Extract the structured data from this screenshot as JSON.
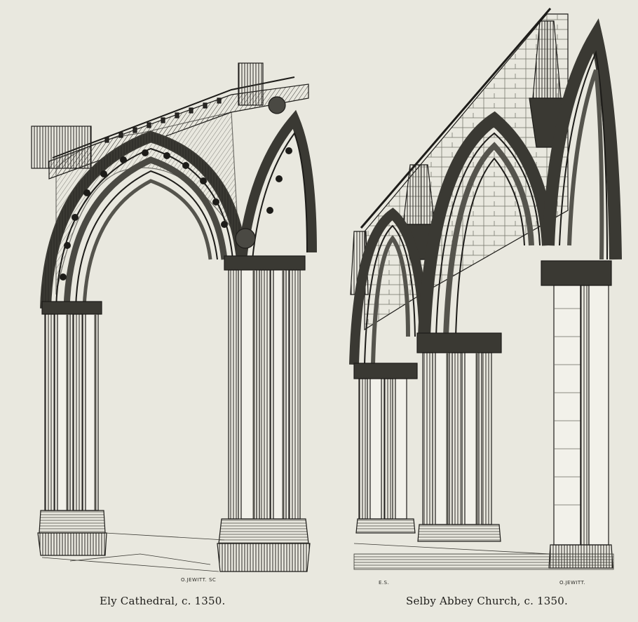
{
  "figures": [
    {
      "caption": "Ely Cathedral, c. 1350.",
      "signature": "O.JEWITT. SC"
    },
    {
      "caption": "Selby Abbey Church, c. 1350.",
      "signature_left": "E.S.",
      "signature_right": "O.JEWITT."
    }
  ],
  "colors": {
    "paper": "#e9e8df",
    "ink": "#1d1c19"
  }
}
